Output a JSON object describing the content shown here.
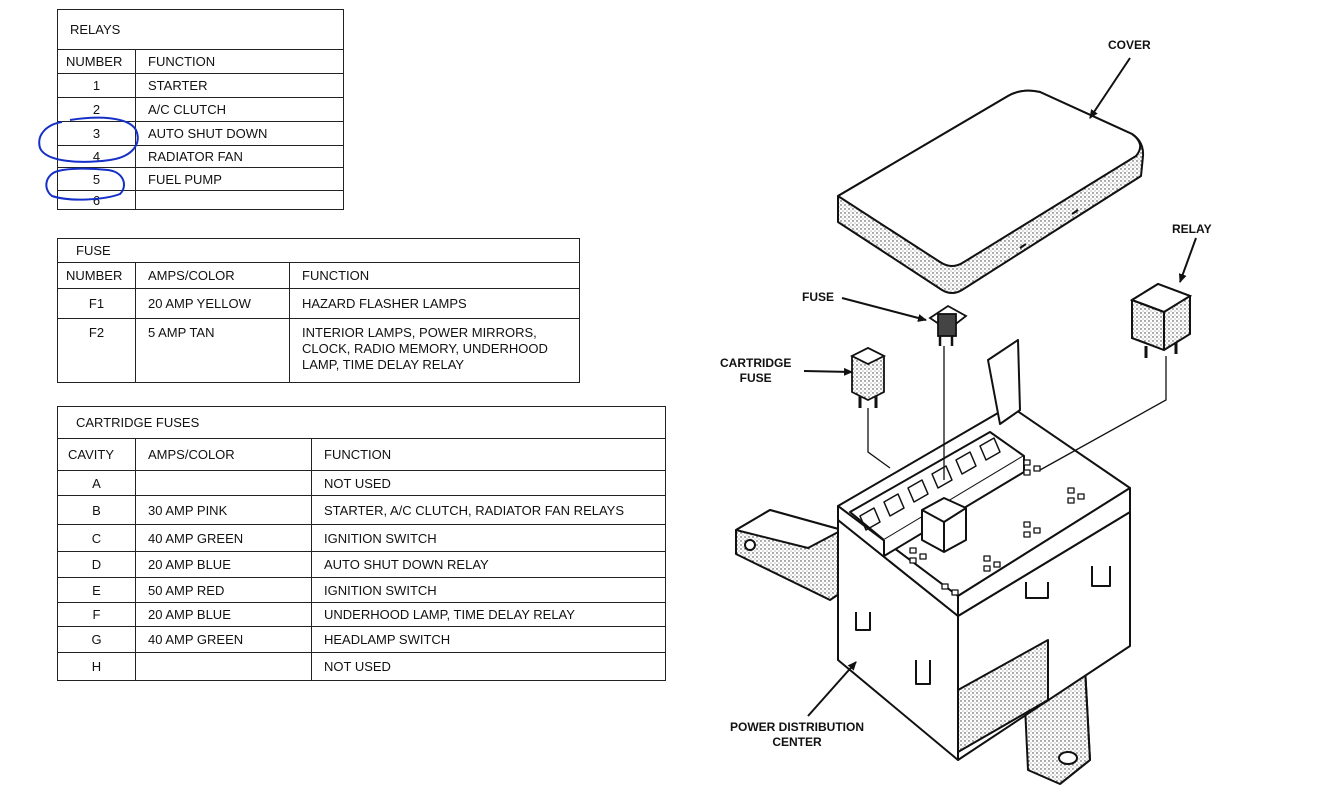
{
  "relays": {
    "title": "RELAYS",
    "headers": [
      "NUMBER",
      "FUNCTION"
    ],
    "rows": [
      [
        "1",
        "STARTER"
      ],
      [
        "2",
        "A/C CLUTCH"
      ],
      [
        "3",
        "AUTO SHUT DOWN"
      ],
      [
        "4",
        "RADIATOR FAN"
      ],
      [
        "5",
        "FUEL PUMP"
      ],
      [
        "6",
        ""
      ]
    ]
  },
  "fuse": {
    "title": "FUSE",
    "headers": [
      "NUMBER",
      "AMPS/COLOR",
      "FUNCTION"
    ],
    "rows": [
      [
        "F1",
        "20 AMP YELLOW",
        "HAZARD FLASHER LAMPS"
      ],
      [
        "F2",
        "5 AMP TAN",
        "INTERIOR LAMPS, POWER MIRRORS, CLOCK, RADIO MEMORY, UNDERHOOD LAMP, TIME DELAY RELAY"
      ]
    ]
  },
  "cartridge_fuses": {
    "title": "CARTRIDGE FUSES",
    "headers": [
      "CAVITY",
      "AMPS/COLOR",
      "FUNCTION"
    ],
    "rows": [
      [
        "A",
        "",
        "NOT USED"
      ],
      [
        "B",
        "30 AMP PINK",
        "STARTER, A/C CLUTCH, RADIATOR FAN RELAYS"
      ],
      [
        "C",
        "40 AMP GREEN",
        "IGNITION SWITCH"
      ],
      [
        "D",
        "20 AMP BLUE",
        "AUTO SHUT DOWN RELAY"
      ],
      [
        "E",
        "50 AMP RED",
        "IGNITION SWITCH"
      ],
      [
        "F",
        "20 AMP BLUE",
        "UNDERHOOD LAMP, TIME DELAY RELAY"
      ],
      [
        "G",
        "40 AMP GREEN",
        "HEADLAMP SWITCH"
      ],
      [
        "H",
        "",
        "NOT USED"
      ]
    ]
  },
  "diagram": {
    "labels": {
      "cover": "COVER",
      "relay": "RELAY",
      "fuse": "FUSE",
      "cartridge_fuse_1": "CARTRIDGE",
      "cartridge_fuse_2": "FUSE",
      "pdc_1": "POWER DISTRIBUTION",
      "pdc_2": "CENTER"
    }
  },
  "annotation_color": "#1530c8"
}
